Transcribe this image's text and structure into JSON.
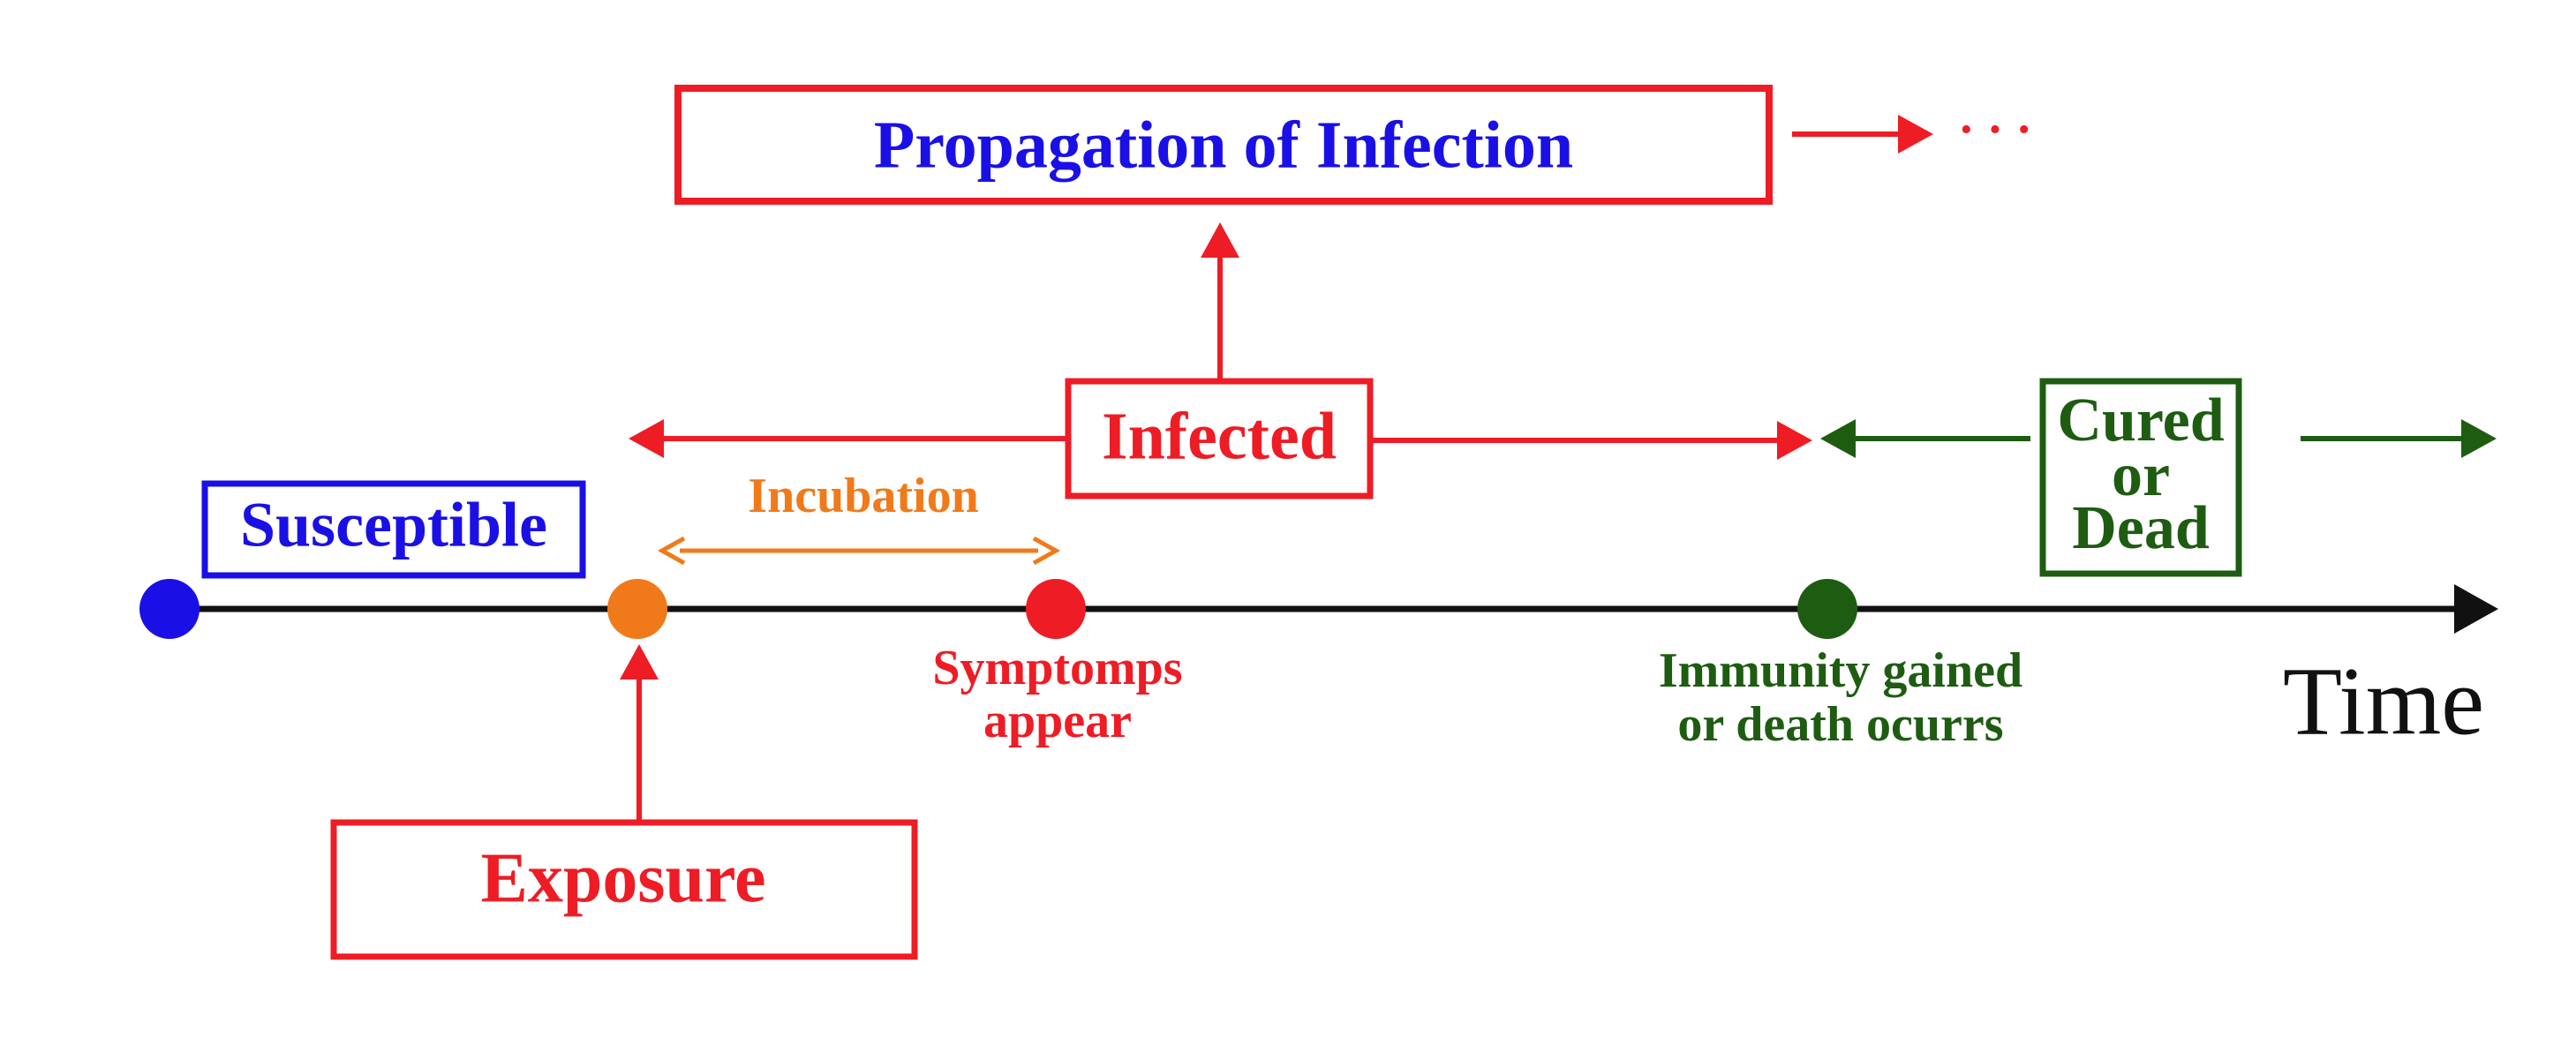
{
  "colors": {
    "blue": "#1a10e6",
    "red": "#ee1c25",
    "orange": "#f07a1a",
    "green": "#1e5c12",
    "black": "#111111"
  },
  "boxes": {
    "propagation": "Propagation of Infection",
    "infected": "Infected",
    "susceptible": "Susceptible",
    "exposure": "Exposure",
    "cured_or_dead": [
      "Cured",
      "or",
      "Dead"
    ]
  },
  "labels": {
    "incubation": "Incubation",
    "symptoms": [
      "Symptomps",
      "appear"
    ],
    "immunity": [
      "Immunity gained",
      "or death ocurrs"
    ],
    "time": "Time",
    "ellipsis": "· · ·"
  },
  "timeline_points": [
    {
      "name": "susceptible-point",
      "color": "blue"
    },
    {
      "name": "exposure-point",
      "color": "orange"
    },
    {
      "name": "symptoms-point",
      "color": "red"
    },
    {
      "name": "immunity-point",
      "color": "green"
    }
  ]
}
